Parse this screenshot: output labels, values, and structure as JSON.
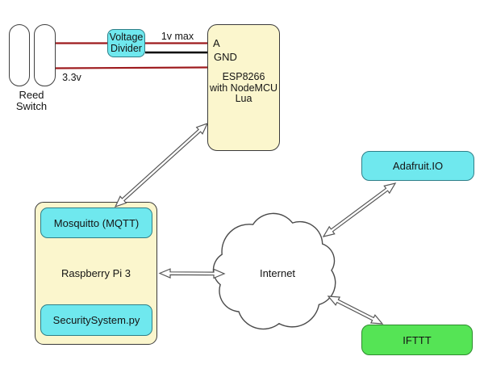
{
  "diagram": {
    "nodes": {
      "reed_switch": {
        "line1": "Reed",
        "line2": "Switch"
      },
      "voltage_divider": {
        "line1": "Voltage",
        "line2": "Divider"
      },
      "esp8266": {
        "pin_a": "A",
        "pin_gnd": "GND",
        "line1": "ESP8266",
        "line2": "with NodeMCU",
        "line3": "Lua"
      },
      "raspberry_pi": {
        "label": "Raspberry Pi 3",
        "mosquitto": "Mosquitto (MQTT)",
        "security_script": "SecuritySystem.py"
      },
      "internet": {
        "label": "Internet"
      },
      "adafruit_io": {
        "label": "Adafruit.IO"
      },
      "ifttt": {
        "label": "IFTTT"
      }
    },
    "wire_labels": {
      "max_voltage": "1v max",
      "supply_voltage": "3.3v"
    },
    "colors": {
      "cyan_box": "#6FE8EE",
      "yellow_box": "#FBF6CD",
      "green_box": "#55E455",
      "wire_red": "#9E1B1E",
      "wire_black": "#000000",
      "outline_gray": "#555555"
    }
  }
}
